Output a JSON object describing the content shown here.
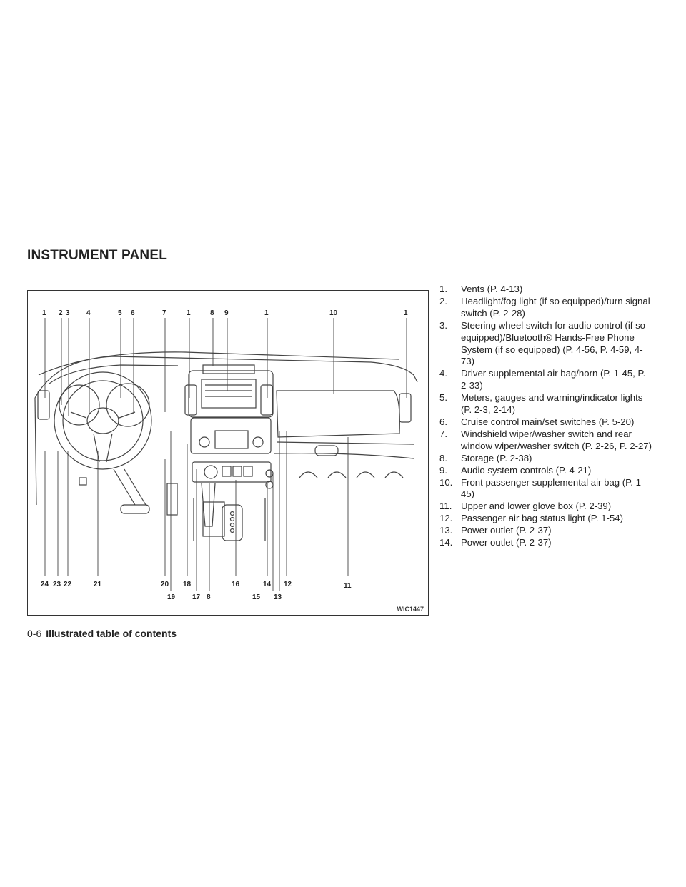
{
  "section_title": "INSTRUMENT PANEL",
  "figure": {
    "code": "WIC1447",
    "top_callouts": [
      "1",
      "2",
      "3",
      "4",
      "5",
      "6",
      "7",
      "1",
      "8",
      "9",
      "1",
      "10",
      "1"
    ],
    "bottom_callouts_row1": [
      "24",
      "23",
      "22",
      "21",
      "20",
      "18",
      "16",
      "14",
      "12",
      "11"
    ],
    "bottom_callouts_row2": [
      "19",
      "17",
      "8",
      "15",
      "13"
    ]
  },
  "items": [
    {
      "num": "1.",
      "text": "Vents (P. 4-13)"
    },
    {
      "num": "2.",
      "text": "Headlight/fog light (if so equipped)/turn signal switch (P. 2-28)"
    },
    {
      "num": "3.",
      "text": "Steering wheel switch for audio control (if so equipped)/Bluetooth® Hands-Free Phone System (if so equipped) (P. 4-56, P. 4-59, 4-73)"
    },
    {
      "num": "4.",
      "text": "Driver supplemental air bag/horn (P. 1-45, P. 2-33)"
    },
    {
      "num": "5.",
      "text": "Meters, gauges and warning/indicator lights (P. 2-3, 2-14)"
    },
    {
      "num": "6.",
      "text": "Cruise control main/set switches (P. 5-20)"
    },
    {
      "num": "7.",
      "text": "Windshield wiper/washer switch and rear window wiper/washer switch (P. 2-26, P. 2-27)"
    },
    {
      "num": "8.",
      "text": "Storage (P. 2-38)"
    },
    {
      "num": "9.",
      "text": "Audio system controls (P. 4-21)"
    },
    {
      "num": "10.",
      "text": "Front passenger supplemental air bag (P. 1-45)"
    },
    {
      "num": "11.",
      "text": "Upper and lower glove box (P. 2-39)"
    },
    {
      "num": "12.",
      "text": "Passenger air bag status light (P. 1-54)"
    },
    {
      "num": "13.",
      "text": "Power outlet (P. 2-37)"
    },
    {
      "num": "14.",
      "text": "Power outlet (P. 2-37)"
    }
  ],
  "footer": {
    "page": "0-6",
    "title": "Illustrated table of contents"
  }
}
